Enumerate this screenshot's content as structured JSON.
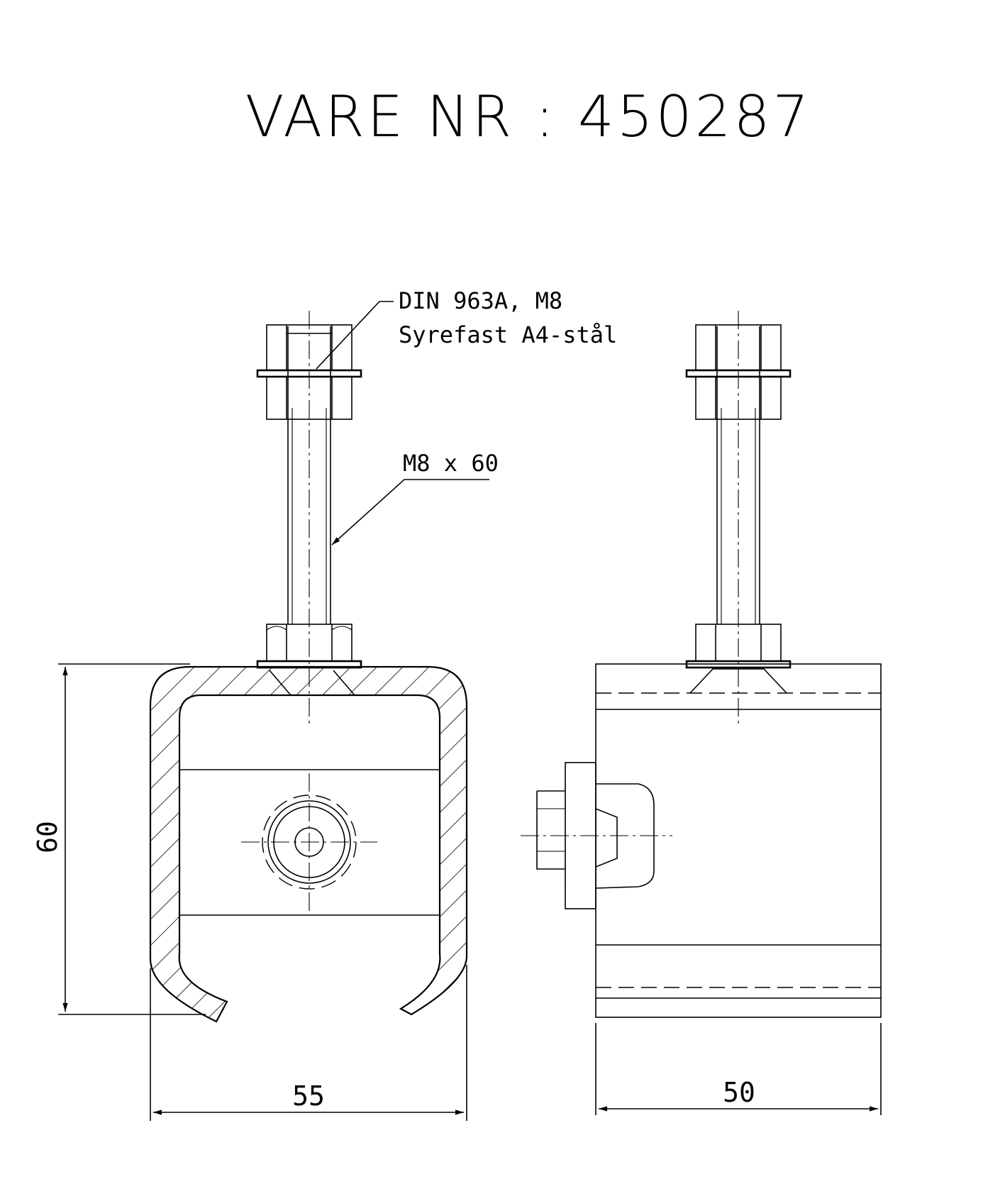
{
  "title": "VARE NR : 450287",
  "labels": {
    "nut_spec_line1": "DIN 963A, M8",
    "nut_spec_line2": "Syrefast A4-stål",
    "bolt_spec": "M8 x 60"
  },
  "dimensions": {
    "height": "60",
    "width_front": "55",
    "width_side": "50"
  }
}
